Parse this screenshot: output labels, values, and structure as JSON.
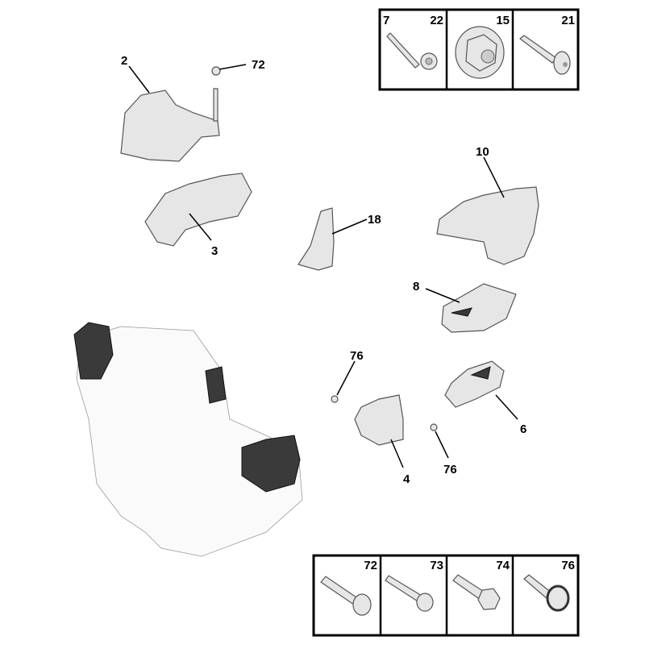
{
  "fastener_box_top": {
    "cells": [
      {
        "left_ref": "7",
        "right_ref": "22",
        "icon": "flange-bolt"
      },
      {
        "ref": "15",
        "icon": "flange-nut"
      },
      {
        "ref": "21",
        "icon": "self-tapping-screw"
      }
    ]
  },
  "fastener_box_bottom": {
    "cells": [
      {
        "ref": "72",
        "icon": "torx-flange-bolt"
      },
      {
        "ref": "73",
        "icon": "threaded-screw"
      },
      {
        "ref": "74",
        "icon": "hex-flange-screw"
      },
      {
        "ref": "76",
        "icon": "washer-screw"
      }
    ]
  },
  "callouts": {
    "c2": "2",
    "c72": "72",
    "c10": "10",
    "c18": "18",
    "c3": "3",
    "c8": "8",
    "c76a": "76",
    "c6": "6",
    "c4": "4",
    "c76b": "76"
  }
}
